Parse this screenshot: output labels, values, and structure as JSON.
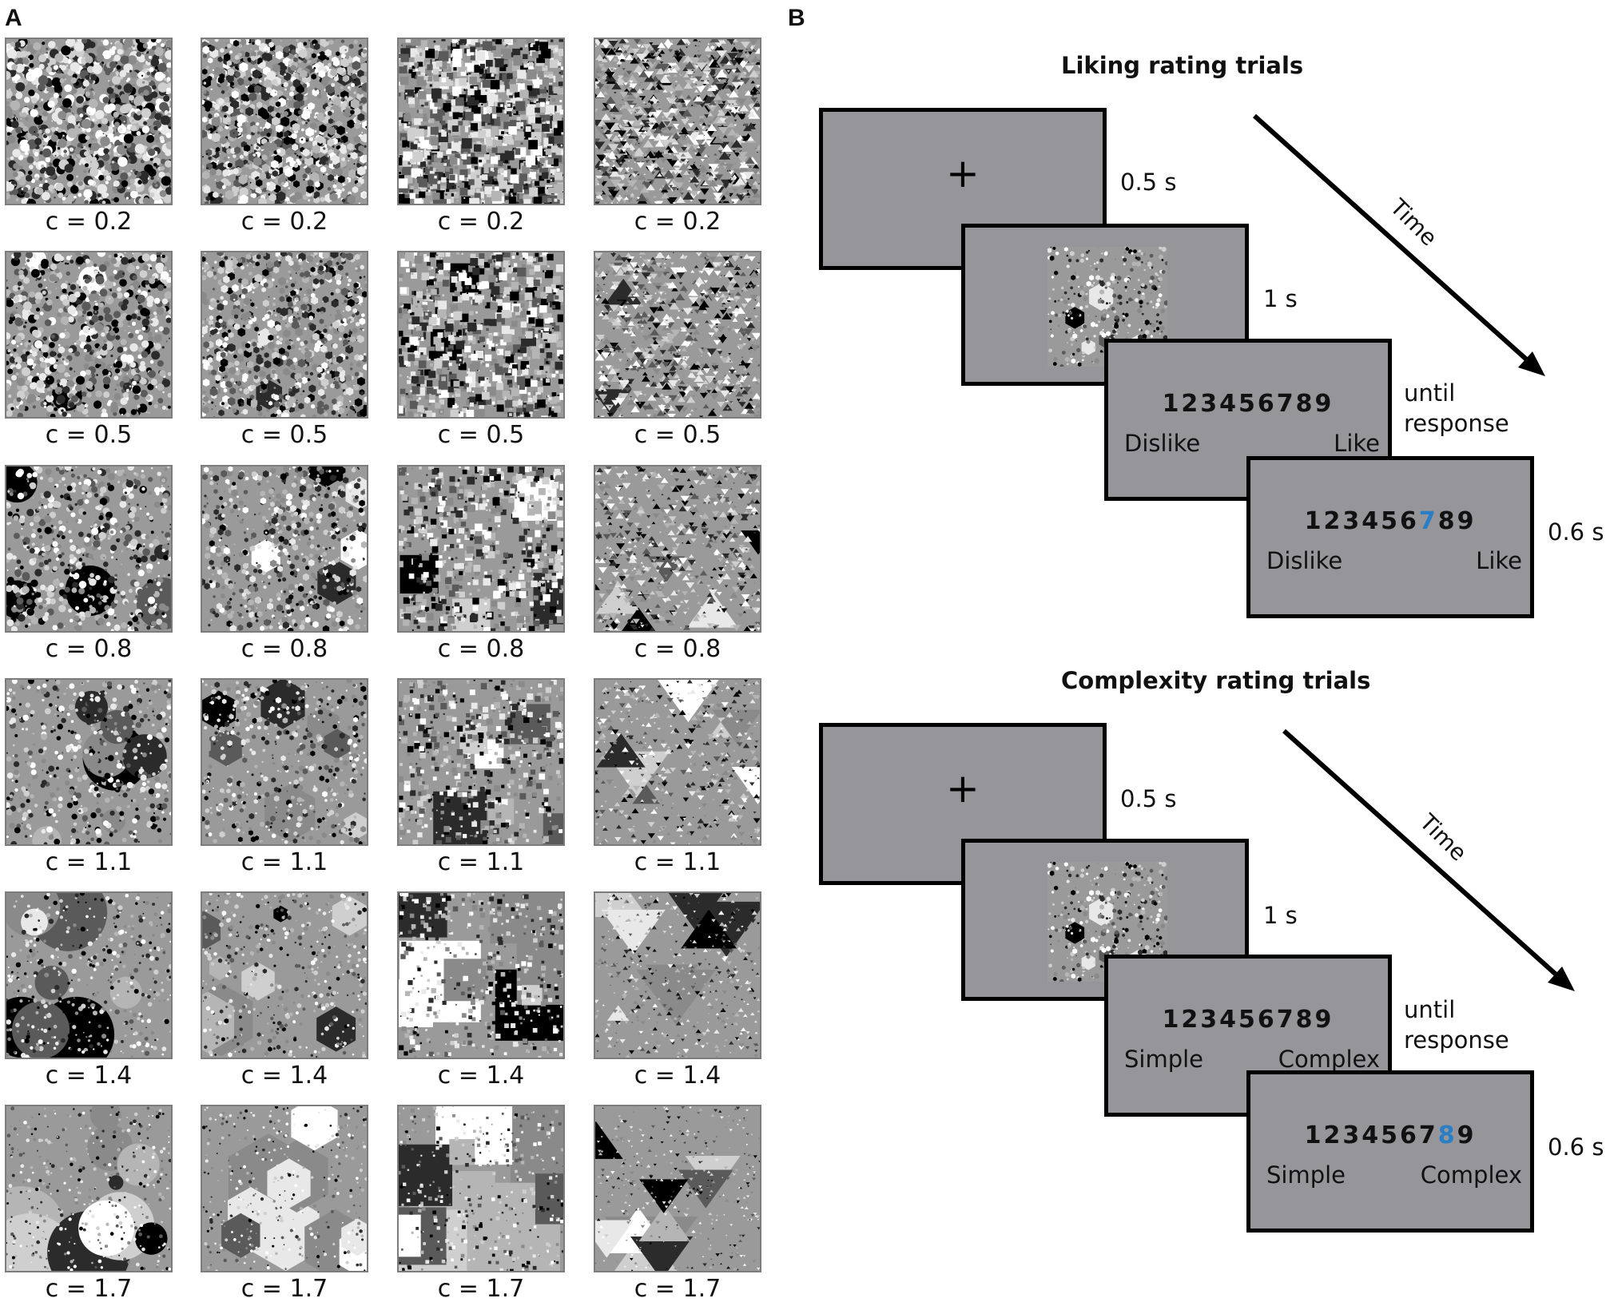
{
  "panels": {
    "a": "A",
    "b": "B"
  },
  "stimuli": {
    "rows": [
      {
        "label": "c = 0.2",
        "exponent": 0.2
      },
      {
        "label": "c = 0.5",
        "exponent": 0.5
      },
      {
        "label": "c = 0.8",
        "exponent": 0.8
      },
      {
        "label": "c = 1.1",
        "exponent": 1.1
      },
      {
        "label": "c = 1.4",
        "exponent": 1.4
      },
      {
        "label": "c = 1.7",
        "exponent": 1.7
      }
    ],
    "shapes": [
      "circle",
      "hexagon",
      "square",
      "triangle"
    ]
  },
  "liking": {
    "title": "Liking rating trials",
    "durations": [
      "0.5 s",
      "1 s",
      "until\nresponse",
      "0.6 s"
    ],
    "scale": "123456789",
    "highlight": "7",
    "left_anchor": "Dislike",
    "right_anchor": "Like",
    "time_label": "Time"
  },
  "complexity": {
    "title": "Complexity rating trials",
    "durations": [
      "0.5 s",
      "1 s",
      "until\nresponse",
      "0.6 s"
    ],
    "scale": "123456789",
    "highlight": "8",
    "left_anchor": "Simple",
    "right_anchor": "Complex",
    "time_label": "Time"
  },
  "fixation_symbol": "+",
  "colors": {
    "screen_gray": "#95959a",
    "highlight_blue": "#2a7fc4",
    "stim_background": "#9a9a9a"
  }
}
